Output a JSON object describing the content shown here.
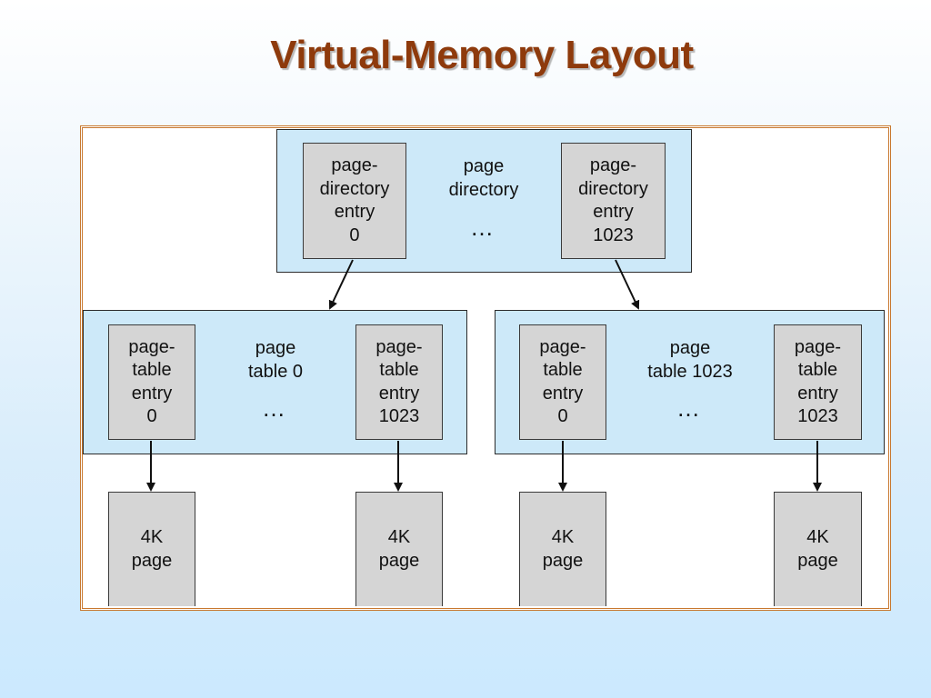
{
  "title": "Virtual-Memory Layout",
  "page_directory": {
    "label_line1": "page",
    "label_line2": "directory",
    "ellipsis": "…",
    "entry_first": [
      "page-",
      "directory",
      "entry",
      "0"
    ],
    "entry_last": [
      "page-",
      "directory",
      "entry",
      "1023"
    ]
  },
  "page_table_0": {
    "label_line1": "page",
    "label_line2": "table 0",
    "ellipsis": "…",
    "entry_first": [
      "page-",
      "table",
      "entry",
      "0"
    ],
    "entry_last": [
      "page-",
      "table",
      "entry",
      "1023"
    ]
  },
  "page_table_1023": {
    "label_line1": "page",
    "label_line2": "table 1023",
    "ellipsis": "…",
    "entry_first": [
      "page-",
      "table",
      "entry",
      "0"
    ],
    "entry_last": [
      "page-",
      "table",
      "entry",
      "1023"
    ]
  },
  "pages": [
    [
      "4K",
      "page"
    ],
    [
      "4K",
      "page"
    ],
    [
      "4K",
      "page"
    ],
    [
      "4K",
      "page"
    ]
  ],
  "colors": {
    "title": "#8e3a0c",
    "table_fill": "#cde9f9",
    "entry_fill": "#d5d5d5",
    "frame_border": "#c8782f"
  }
}
